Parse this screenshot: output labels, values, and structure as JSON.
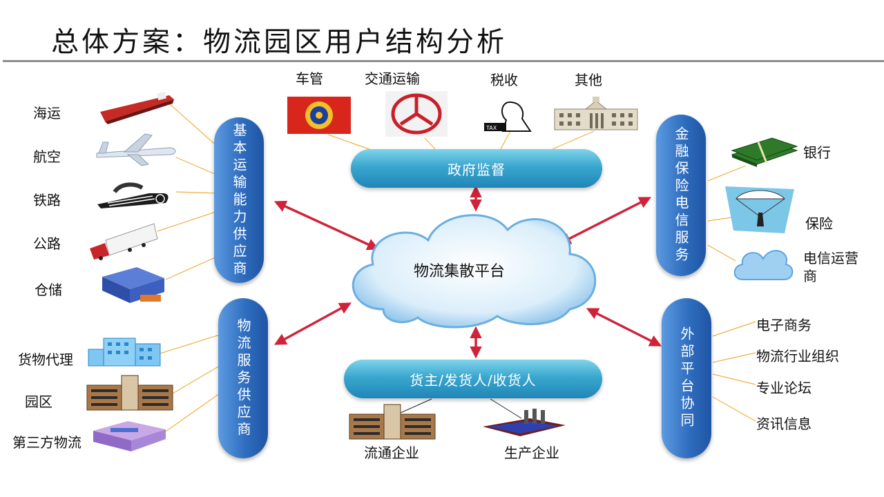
{
  "title": "总体方案：物流园区用户结构分析",
  "center": "物流集散平台",
  "government": {
    "hub": "政府监督",
    "items": [
      "车管",
      "交通运输",
      "税收",
      "其他"
    ]
  },
  "shippers": {
    "hub": "货主/发货人/收货人",
    "items": [
      "流通企业",
      "生产企业"
    ]
  },
  "transport": {
    "hub": "基本运输能力供应商",
    "items": [
      "海运",
      "航空",
      "铁路",
      "公路",
      "仓储"
    ]
  },
  "logistics_services": {
    "hub": "物流服务供应商",
    "items": [
      "货物代理",
      "园区",
      "第三方物流"
    ]
  },
  "finance": {
    "hub": "金融保险电信服务",
    "items": [
      "银行",
      "保险",
      "电信运营",
      "商"
    ]
  },
  "external": {
    "hub": "外部平台协同",
    "items": [
      "电子商务",
      "物流行业组织",
      "专业论坛",
      "资讯信息"
    ]
  },
  "colors": {
    "arrow": "#d0233a",
    "connector": "#f0b040",
    "hub_horizontal": "#3aa7cf",
    "hub_vertical": "#2f6dbf"
  }
}
